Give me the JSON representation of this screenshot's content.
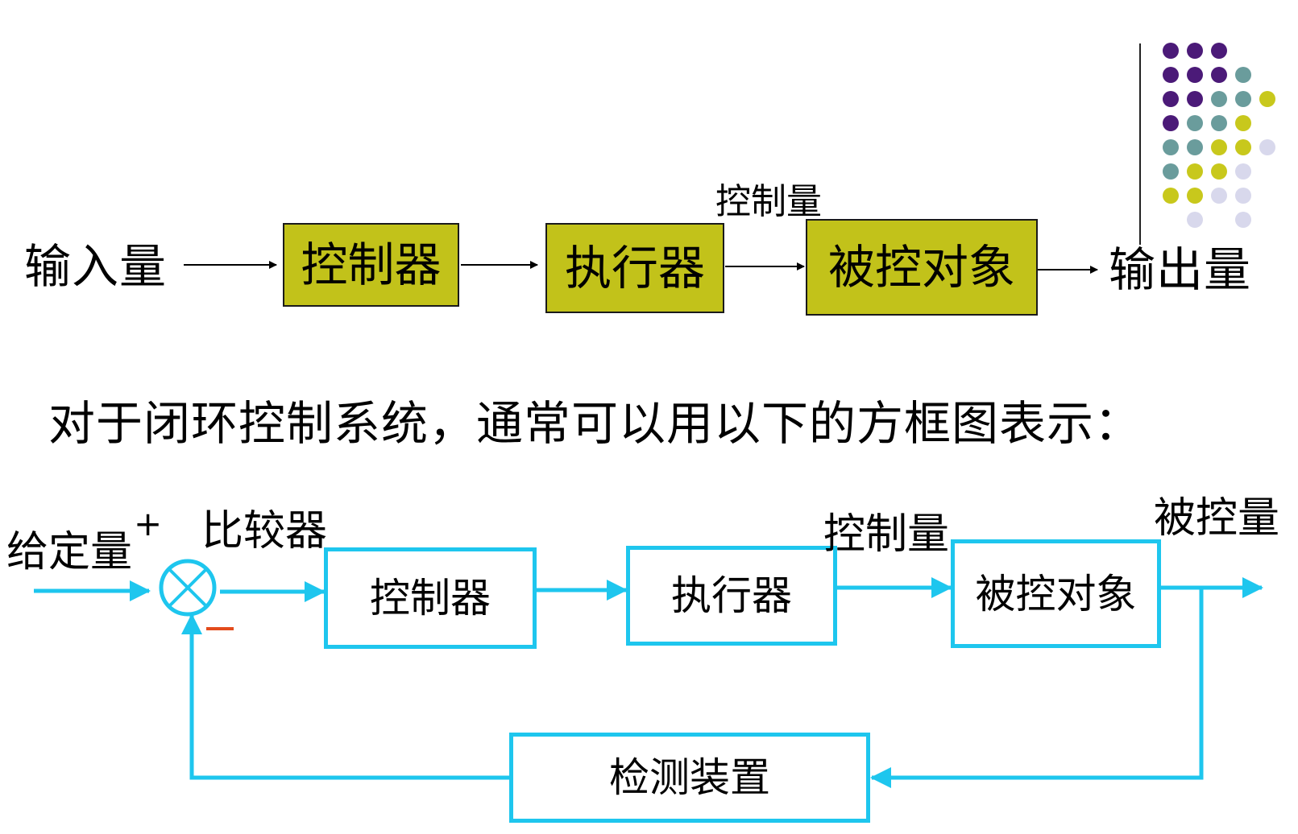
{
  "open_loop": {
    "input_label": "输入量",
    "blocks": [
      "控制器",
      "执行器",
      "被控对象"
    ],
    "control_qty_label": "控制量",
    "output_label": "输出量"
  },
  "caption": "对于闭环控制系统，通常可以用以下的方框图表示：",
  "closed_loop": {
    "setpoint_label": "给定量",
    "plus_sign": "+",
    "comparator_label": "比较器",
    "blocks": [
      "控制器",
      "执行器",
      "被控对象"
    ],
    "control_qty_label": "控制量",
    "controlled_qty_label": "被控量",
    "feedback_block": "检测装置"
  },
  "colors": {
    "block_fill": "#c2c21a",
    "flow_line": "#1ec6ee",
    "minus_sign": "#e34b1c",
    "dot_purple": "#4b1a78",
    "dot_teal": "#6a9c9c",
    "dot_yellow": "#c8c81c",
    "dot_lavender": "#d8d8ec"
  }
}
